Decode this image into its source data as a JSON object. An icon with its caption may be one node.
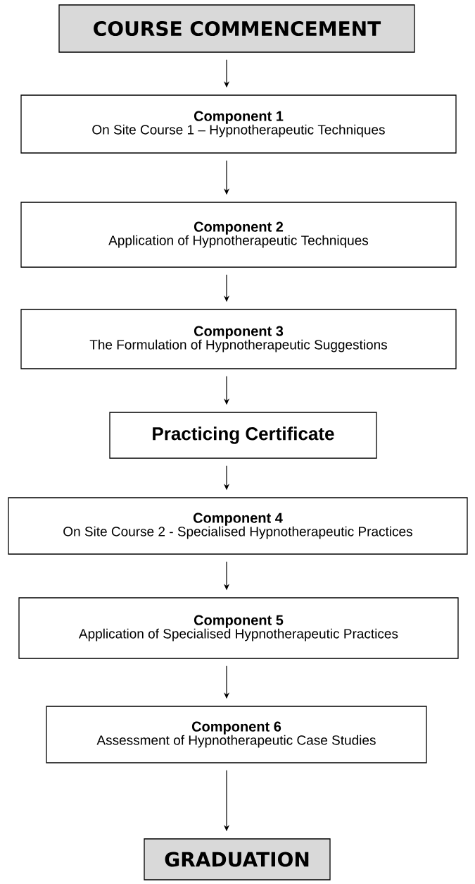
{
  "diagram": {
    "nodes": [
      {
        "text": [
          "COURSE COMMENCEMENT"
        ]
      },
      {
        "text": [
          "Component 1",
          "On Site Course 1 – Hypnotherapeutic Techniques"
        ]
      },
      {
        "text": [
          "Component 2",
          "Application of Hypnotherapeutic Techniques"
        ]
      },
      {
        "text": [
          "Component 3",
          "The Formulation of Hypnotherapeutic Suggestions"
        ]
      },
      {
        "text": [
          "Practicing Certificate"
        ]
      },
      {
        "text": [
          "Component 4",
          "On Site Course 2 - Specialised Hypnotherapeutic Practices"
        ]
      },
      {
        "text": [
          "Component 5",
          "Application of Specialised Hypnotherapeutic Practices"
        ]
      },
      {
        "text": [
          "Component 6",
          "Assessment of Hypnotherapeutic Case Studies"
        ]
      },
      {
        "text": [
          "GRADUATION"
        ]
      }
    ],
    "edges": [
      {
        "from": 0,
        "to": 1,
        "arrow": "to"
      },
      {
        "from": 1,
        "to": 2,
        "arrow": "to"
      },
      {
        "from": 2,
        "to": 3,
        "arrow": "to"
      },
      {
        "from": 3,
        "to": 4,
        "arrow": "to"
      },
      {
        "from": 4,
        "to": 5,
        "arrow": "to"
      },
      {
        "from": 5,
        "to": 6,
        "arrow": "to"
      },
      {
        "from": 6,
        "to": 7,
        "arrow": "to"
      },
      {
        "from": 7,
        "to": 8,
        "arrow": "to"
      }
    ]
  }
}
